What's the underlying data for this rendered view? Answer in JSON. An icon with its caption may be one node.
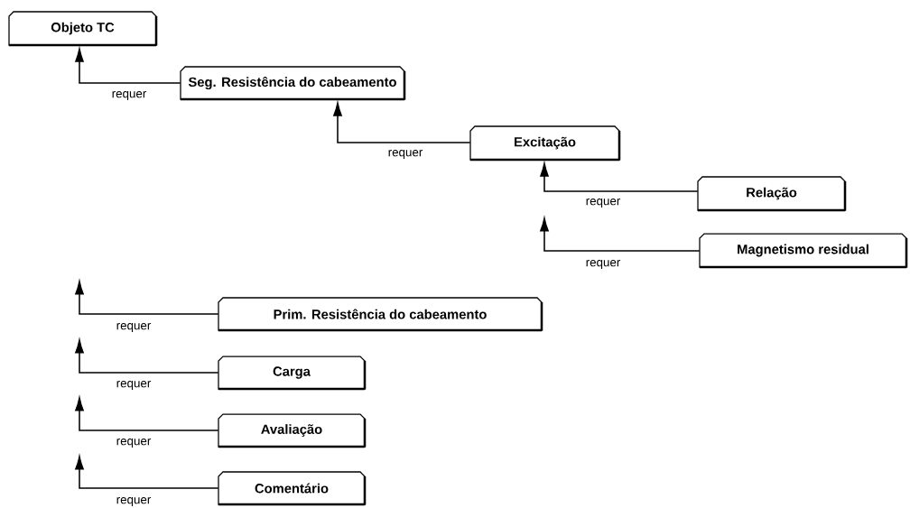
{
  "diagram": {
    "nodes": [
      {
        "text": [
          "Objeto TC"
        ]
      },
      {
        "text": [
          "Seg. Resistência do cabeamento"
        ]
      },
      {
        "text": [
          "Excitação"
        ]
      },
      {
        "text": [
          "Relação"
        ]
      },
      {
        "text": [
          "Magnetismo residual"
        ]
      },
      {
        "text": [
          "Prim. Resistência do cabeamento"
        ]
      },
      {
        "text": [
          "Carga"
        ]
      },
      {
        "text": [
          "Avaliação"
        ]
      },
      {
        "text": [
          "Comentário"
        ]
      }
    ],
    "edges": [
      {
        "from": 1,
        "to": 0,
        "arrow": "to",
        "label": "requer"
      },
      {
        "from": 2,
        "to": 1,
        "arrow": "to",
        "label": "requer"
      },
      {
        "from": 3,
        "to": 2,
        "arrow": "to",
        "label": "requer"
      },
      {
        "from": 4,
        "to": null,
        "arrow": "to",
        "label": "requer"
      },
      {
        "from": 5,
        "to": null,
        "arrow": "to",
        "label": "requer"
      },
      {
        "from": 6,
        "to": null,
        "arrow": "to",
        "label": "requer"
      },
      {
        "from": 7,
        "to": null,
        "arrow": "to",
        "label": "requer"
      },
      {
        "from": 8,
        "to": null,
        "arrow": "to",
        "label": "requer"
      }
    ]
  }
}
